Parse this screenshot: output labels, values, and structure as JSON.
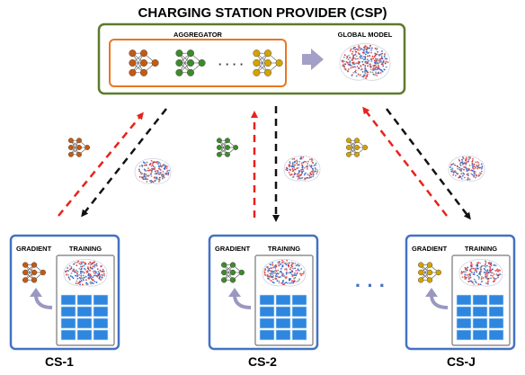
{
  "title": "CHARGING STATION PROVIDER (CSP)",
  "csp": {
    "aggregator_label": "AGGREGATOR",
    "aggregator_dots": "· · · ·",
    "global_model_label": "GLOBAL MODEL"
  },
  "stations": [
    {
      "id": "cs-1",
      "label": "CS-1",
      "gradient_label": "GRADIENT",
      "training_label": "TRAINING",
      "color": "#c55a11"
    },
    {
      "id": "cs-2",
      "label": "CS-2",
      "gradient_label": "GRADIENT",
      "training_label": "TRAINING",
      "color": "#3e8a2c"
    },
    {
      "id": "cs-j",
      "label": "CS-J",
      "gradient_label": "GRADIENT",
      "training_label": "TRAINING",
      "color": "#d4a300"
    }
  ],
  "between_dots": "·  ·  ·",
  "colors": {
    "csp_border": "#5e7a2a",
    "aggregator_border": "#e87722",
    "station_border": "#4472c4",
    "upload_arrow": "#e8221c",
    "download_arrow": "#111111",
    "grid_cell": "#2e86de",
    "process_arrow": "#9b98c0",
    "dots": "#4472c4"
  }
}
